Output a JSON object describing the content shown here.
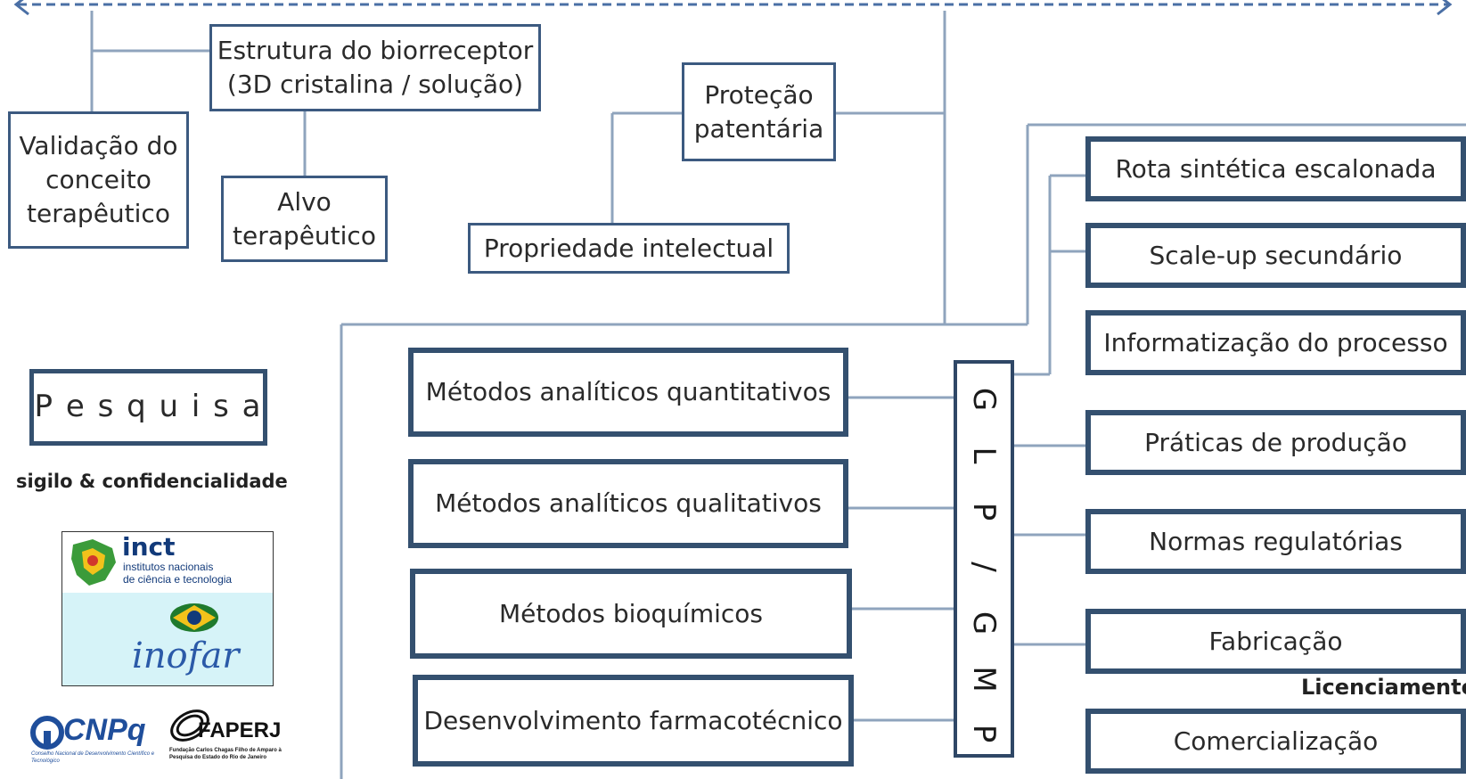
{
  "boxes": {
    "estrutura": "Estrutura  do biorreceptor\n(3D cristalina / solução)",
    "validacao": "Validação do\nconceito\nterapêutico",
    "alvo": "Alvo\nterapêutico",
    "protecao": "Proteção\npatentária",
    "propriedade": "Propriedade  intelectual",
    "rota": "Rota sintética escalonada",
    "scaleup": "Scale-up  secundário",
    "informatizacao": "Informatização do  processo",
    "praticas": "Práticas de produção",
    "normas": "Normas regulatórias",
    "fabricacao": "Fabricação",
    "comercializacao": "Comercialização",
    "quantitativos": "Métodos  analíticos quantitativos",
    "qualitativos": "Métodos  analíticos qualitativos",
    "bioquimicos": "Métodos  bioquímicos",
    "farmacotecnico": "Desenvolvimento farmacotécnico",
    "pesquisa": "P e s q u i s a"
  },
  "glp_gmp": [
    "G",
    "L",
    "P",
    "/",
    "G",
    "M",
    "P"
  ],
  "labels": {
    "sigilo": "sigilo & confidencialidade",
    "licenciamento": "Licenciamento"
  },
  "logos": {
    "inct_title": "inct",
    "inct_line1": "institutos nacionais",
    "inct_line2": "de ciência e tecnologia",
    "inofar": "inofar",
    "cnpq": "CNPq",
    "cnpq_sub": "Conselho Nacional de Desenvolvimento Científico e Tecnológico",
    "faperj": "FAPERJ",
    "faperj_sub": "Fundação Carlos Chagas Filho de Amparo à Pesquisa do Estado do Rio de Janeiro"
  },
  "colors": {
    "box_border": "#3c5a80",
    "connector": "#8fa4bd",
    "arrow": "#4a6fa5"
  }
}
